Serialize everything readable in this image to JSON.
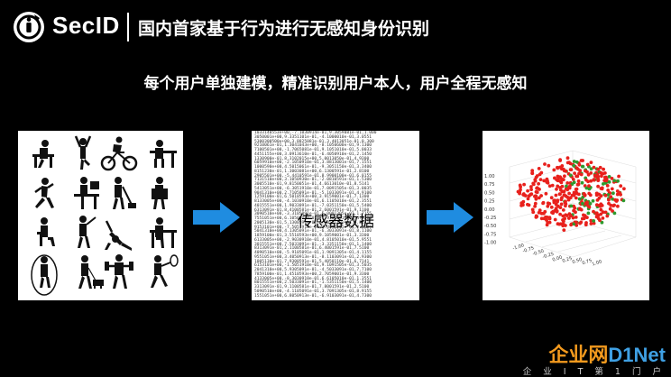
{
  "header": {
    "brand": "SecID",
    "title": "国内首家基于行为进行无感知身份识别"
  },
  "subtitle": "每个用户单独建模，精准识别用户本人，用户全程无感知",
  "panels": {
    "sensor_label": "传感器数据",
    "sensor_rows": [
      "1033140553e+00,-7.1030914e-01,9.3059081e-01,1.000",
      "3050001e+00,9.3351101e-01,-4.1000010e-01,3.0551",
      "5300300500e+00,3.8825081e-01,3.4013051e-01,0.300",
      "9210061e-01,1.3041043e+00,-8.1050600e-01,9.1300",
      "7100501e+00,-1.7065081e-01,9.1051010e-01,5.0033",
      "4451155e+00,3.0913610e-01,-6.4050910e-01,2.1450",
      "1330900e-01,8.3102015e+00,5.0013050e-01,4.9300",
      "6059910e+00,-2.1050910e-01,3.8813001e-01,7.1551",
      "1000590e+00,4.5015061e-01,-9.3051150e-01,3.3400",
      "8151230e-01,1.3003081e+00,6.1300591e-01,2.8100",
      "2905501e+00,-5.4410591e-01,8.9900100e-01,6.0155",
      "7131510e+00,3.1050930e-01,-2.0810591e-01,1.5300",
      "3005510e-01,9.8150051e-01,4.6613010e-01,8.5141",
      "5413051e+00,-6.3051910e-01,7.0091505e-01,3.0035",
      "9041310e+00,2.7105091e-01,-5.1033091e-01,4.9100",
      "1259100e-01,6.5010593e+00,3.9159001e-01,7.1300",
      "8133005e+00,-4.1030910e-01,6.1105010e-01,2.3551",
      "4015551e+00,1.9033091e-01,-7.0351150e-01,5.5400",
      "6313091e-01,8.4100581e-01,2.6001591e-01,9.1100",
      "3090510e+00,-3.3105091e-01,5.0091305e-01,1.7155",
      "7551051e+00,6.1050913e-01,-1.9103091e-01,4.3300",
      "2005130e-01,5.1300591e-01,8.0050110e-01,6.3141",
      "9153101e+00,-7.5051910e-01,3.3091505e-01,2.0035",
      "5041310e+00,4.1305091e-01,-6.3033091e-01,8.1100",
      "1859100e-01,3.5510593e+00,9.1059001e-01,3.3300",
      "6133005e+00,-2.9030910e-01,4.8105010e-01,5.9551",
      "3015551e+00,7.5033091e-01,-3.3351150e-01,1.1400",
      "8313091e-01,2.1100581e-01,6.4001591e-01,7.5100",
      "4090510e+00,-5.9105091e-01,1.9091305e-01,4.1155",
      "9551051e+00,3.4050913e-01,-8.1103091e-01,2.9300",
      "1005130e-01,7.9300591e-01,5.4050110e-01,6.7141",
      "6153101e+00,-1.5051910e-01,9.1091505e-01,3.5035",
      "2041310e+00,5.9305091e-01,-4.5033091e-01,7.7100",
      "7859100e-01,1.4510593e+00,2.7059001e-01,9.3300",
      "4133005e+00,-8.3030910e-01,6.6105010e-01,1.3551",
      "8015551e+00,2.5033091e-01,-1.5351150e-01,5.1400",
      "3313091e-01,9.1100581e-01,7.8001591e-01,2.5100",
      "5090510e+00,-4.1105091e-01,3.7091305e-01,8.9155",
      "1551051e+00,6.8050913e-01,-6.9103091e-01,4.7300"
    ]
  },
  "scatter": {
    "y_ticks": [
      "1.00",
      "0.75",
      "0.50",
      "0.25",
      "0.00",
      "-0.25",
      "-0.50",
      "-0.75",
      "-1.00"
    ],
    "x_ticks": [
      "-1.00",
      "-0.75",
      "-0.50",
      "-0.25",
      "0.00",
      "0.25",
      "0.50",
      "0.75",
      "1.00"
    ],
    "colors": {
      "red": "#e8201c",
      "green": "#2e9a2e"
    }
  },
  "watermark": {
    "cn": "企业网",
    "en": "D1Net",
    "sub": "企 业 I T 第 1 门 户"
  },
  "colors": {
    "arrow": "#1f8ce0",
    "background": "#000000"
  }
}
